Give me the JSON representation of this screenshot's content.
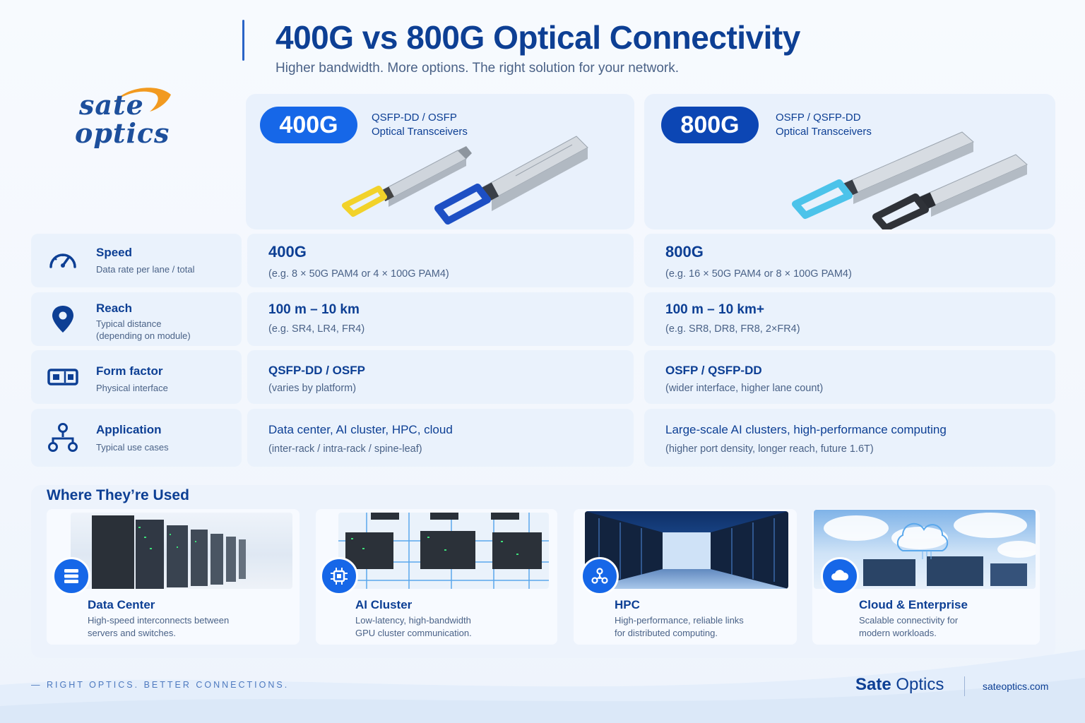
{
  "header": {
    "title": "400G vs 800G Optical Connectivity",
    "subtitle": "Higher bandwidth. More options. The right solution for your network."
  },
  "logo": {
    "line1": "sate",
    "line2": "optics",
    "swoosh_color": "#f29a1f"
  },
  "products": {
    "p400": {
      "badge": "400G",
      "label_line1": "QSFP-DD / OSFP",
      "label_line2": "Optical Transceivers",
      "color": "#1667e8"
    },
    "p800": {
      "badge": "800G",
      "label_line1": "OSFP / QSFP-DD",
      "label_line2": "Optical Transceivers",
      "color": "#0c46b4"
    }
  },
  "rows": [
    {
      "icon": "speedometer-icon",
      "title": "Speed",
      "sub1": "Data rate per lane / total",
      "sub2": "",
      "v400_main": "400G",
      "v400_sub": "(e.g. 8 × 50G PAM4 or 4 × 100G PAM4)",
      "v800_main": "800G",
      "v800_sub": "(e.g. 16 × 50G PAM4 or 8 × 100G PAM4)"
    },
    {
      "icon": "location-pin-icon",
      "title": "Reach",
      "sub1": "Typical distance",
      "sub2": "(depending on module)",
      "v400_main": "100 m – 10 km",
      "v400_sub": "(e.g. SR4, LR4, FR4)",
      "v800_main": "100 m – 10 km+",
      "v800_sub": "(e.g. SR8, DR8, FR8, 2×FR4)"
    },
    {
      "icon": "form-factor-icon",
      "title": "Form factor",
      "sub1": "Physical interface",
      "sub2": "",
      "v400_main": "QSFP-DD / OSFP",
      "v400_sub": "(varies by platform)",
      "v800_main": "OSFP / QSFP-DD",
      "v800_sub": "(wider interface, higher lane count)"
    },
    {
      "icon": "network-nodes-icon",
      "title": "Application",
      "sub1": "Typical use cases",
      "sub2": "",
      "v400_main": "Data center, AI cluster, HPC, cloud",
      "v400_sub": "(inter-rack / intra-rack / spine-leaf)",
      "v800_main": "Large-scale AI clusters, high-performance computing",
      "v800_sub": "(higher port density, longer reach, future 1.6T)"
    }
  ],
  "used": {
    "title": "Where They’re Used",
    "cards": [
      {
        "icon": "server-stack-icon",
        "title": "Data Center",
        "desc1": "High-speed interconnects between",
        "desc2": "servers and switches."
      },
      {
        "icon": "chip-icon",
        "title": "AI Cluster",
        "desc1": "Low-latency, high-bandwidth",
        "desc2": "GPU cluster communication."
      },
      {
        "icon": "hpc-nodes-icon",
        "title": "HPC",
        "desc1": "High-performance, reliable links",
        "desc2": "for distributed computing."
      },
      {
        "icon": "cloud-icon",
        "title": "Cloud & Enterprise",
        "desc1": "Scalable connectivity for",
        "desc2": "modern workloads."
      }
    ]
  },
  "footer": {
    "tagline": "— RIGHT OPTICS.  BETTER CONNECTIONS.",
    "brand_bold": "Sate",
    "brand_rest": " Optics",
    "url": "sateoptics.com"
  }
}
